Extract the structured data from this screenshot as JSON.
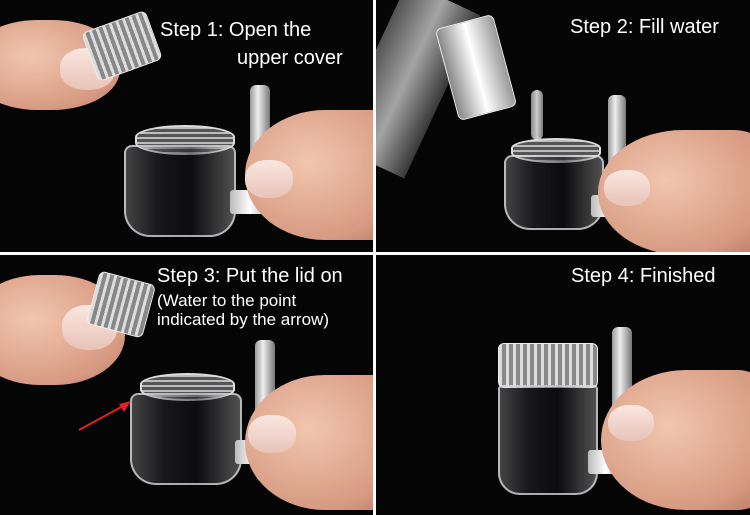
{
  "steps": [
    {
      "lines": [
        "Step 1: Open the",
        "upper cover"
      ]
    },
    {
      "lines": [
        "Step 2: Fill water"
      ]
    },
    {
      "lines": [
        "Step 3: Put the lid on",
        "(Water to the point",
        "indicated by the arrow)"
      ]
    },
    {
      "lines": [
        "Step 4: Finished"
      ]
    }
  ],
  "colors": {
    "background": "#050505",
    "text": "#ffffff",
    "arrow": "#e02020"
  }
}
